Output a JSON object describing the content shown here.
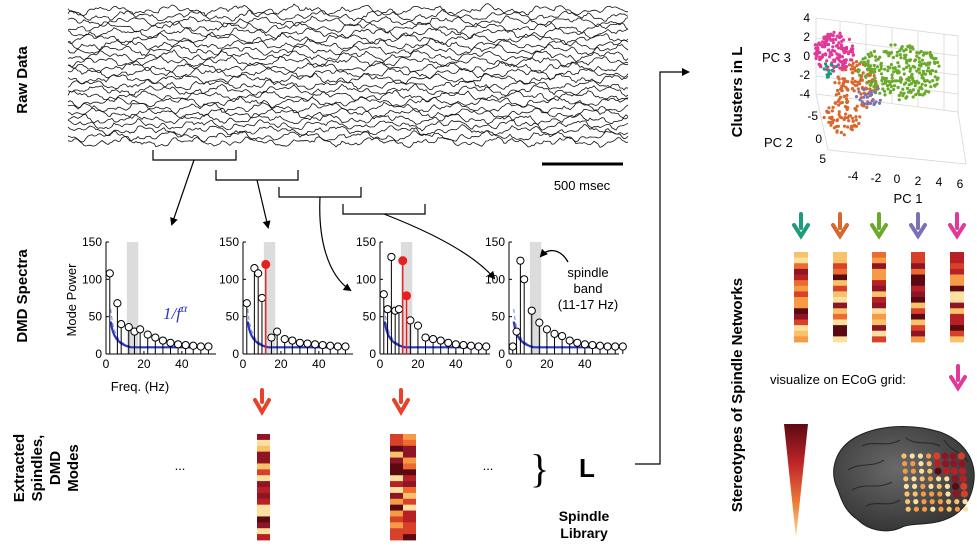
{
  "row_labels": {
    "raw_data": "Raw Data",
    "dmd_spectra": "DMD Spectra",
    "extracted_line1": "Extracted",
    "extracted_line2": "Spindles,",
    "extracted_line3": "DMD",
    "extracted_line4": "Modes",
    "clusters": "Clusters in L",
    "stereotypes": "Stereotypes of Spindle Networks"
  },
  "scale_bar_label": "500 msec",
  "spectra": {
    "ylabel": "Mode Power",
    "xlabel": "Freq. (Hz)",
    "y_ticks": [
      "0",
      "50",
      "100",
      "150"
    ],
    "x_ticks": [
      "0",
      "20",
      "40"
    ],
    "annotation_formula": "1/f",
    "annotation_alpha": "α",
    "spindle_band_line1": "spindle",
    "spindle_band_line2": "band",
    "spindle_band_line3": "(11-17 Hz)",
    "panels": [
      {
        "stems": [
          [
            2,
            108
          ],
          [
            6,
            68
          ],
          [
            8,
            40
          ],
          [
            12,
            36
          ],
          [
            15,
            30
          ],
          [
            18,
            33
          ],
          [
            22,
            26
          ],
          [
            26,
            22
          ],
          [
            30,
            18
          ],
          [
            34,
            15
          ],
          [
            38,
            13
          ],
          [
            42,
            12
          ],
          [
            46,
            11
          ],
          [
            50,
            10
          ],
          [
            54,
            10
          ]
        ],
        "spindle": []
      },
      {
        "stems": [
          [
            2,
            68
          ],
          [
            6,
            115
          ],
          [
            8,
            108
          ],
          [
            10,
            75
          ],
          [
            15,
            22
          ],
          [
            18,
            30
          ],
          [
            22,
            20
          ],
          [
            26,
            18
          ],
          [
            30,
            15
          ],
          [
            34,
            14
          ],
          [
            38,
            13
          ],
          [
            42,
            12
          ],
          [
            46,
            11
          ],
          [
            50,
            10
          ],
          [
            54,
            10
          ]
        ],
        "spindle": [
          [
            12,
            120
          ]
        ]
      },
      {
        "stems": [
          [
            2,
            80
          ],
          [
            4,
            60
          ],
          [
            6,
            130
          ],
          [
            8,
            58
          ],
          [
            10,
            60
          ],
          [
            16,
            45
          ],
          [
            20,
            38
          ],
          [
            24,
            22
          ],
          [
            28,
            20
          ],
          [
            32,
            18
          ],
          [
            36,
            15
          ],
          [
            40,
            13
          ],
          [
            44,
            12
          ],
          [
            48,
            11
          ],
          [
            52,
            10
          ],
          [
            56,
            10
          ]
        ],
        "spindle": [
          [
            12,
            125
          ],
          [
            14,
            78
          ]
        ]
      },
      {
        "stems": [
          [
            2,
            10
          ],
          [
            4,
            30
          ],
          [
            6,
            125
          ],
          [
            8,
            100
          ],
          [
            12,
            58
          ],
          [
            16,
            42
          ],
          [
            20,
            33
          ],
          [
            24,
            27
          ],
          [
            28,
            24
          ],
          [
            32,
            18
          ],
          [
            36,
            15
          ],
          [
            40,
            13
          ],
          [
            44,
            12
          ],
          [
            48,
            11
          ],
          [
            52,
            10
          ],
          [
            56,
            10
          ],
          [
            60,
            10
          ]
        ],
        "spindle": []
      }
    ]
  },
  "ellipses": [
    "...",
    "...",
    "..."
  ],
  "library_letter": "L",
  "library_line1": "Spindle",
  "library_line2": "Library",
  "scatter": {
    "axis_ylabel_top": "PC 3",
    "axis_ylabel_bottom": "PC 2",
    "axis_xlabel": "PC 1",
    "pc3_ticks": [
      "4",
      "2",
      "0",
      "-2",
      "-4"
    ],
    "pc2_ticks": [
      "-5",
      "0",
      "5"
    ],
    "pc1_ticks": [
      "-4",
      "-2",
      "0",
      "2",
      "4",
      "6"
    ],
    "colors": {
      "magenta": "#e0399a",
      "green": "#6aaa2a",
      "orange": "#d9662a",
      "purple": "#7b72b5",
      "teal": "#1e9b7d"
    }
  },
  "visualize_text": "visualize on ECoG grid:",
  "arrow_colors": [
    "#1e9b7d",
    "#d9662a",
    "#6aaa2a",
    "#7b72b5",
    "#e0399a"
  ],
  "red_arrow_color": "#e8432a",
  "heat_colors": [
    "#5c0a12",
    "#8e1525",
    "#b72025",
    "#d9402a",
    "#ee6b2f",
    "#f59a45",
    "#f8c26a",
    "#fbe0a0"
  ]
}
